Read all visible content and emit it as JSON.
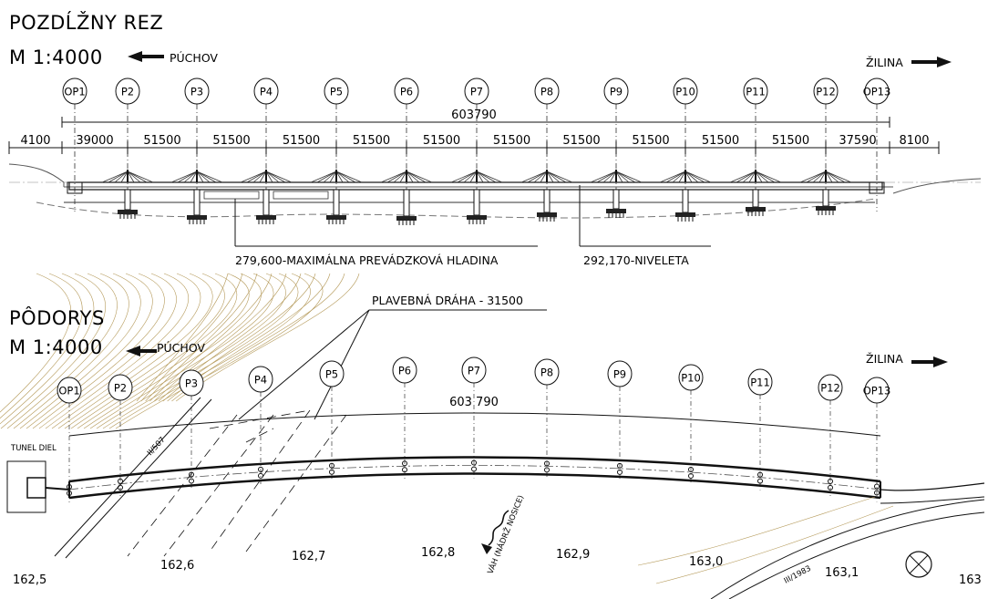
{
  "elevation": {
    "title": "POZDĹŽNY REZ",
    "scale": "M 1:4000",
    "dir_left": "PÚCHOV",
    "dir_right": "ŽILINA",
    "axes": [
      "OP1",
      "P2",
      "P3",
      "P4",
      "P5",
      "P6",
      "P7",
      "P8",
      "P9",
      "P10",
      "P11",
      "P12",
      "OP13"
    ],
    "total_length": "603790",
    "spans": [
      "4100",
      "39000",
      "51500",
      "51500",
      "51500",
      "51500",
      "51500",
      "51500",
      "51500",
      "51500",
      "51500",
      "51500",
      "37590",
      "8100"
    ],
    "water_level_label": "279,600-MAXIMÁLNA PREVÁDZKOVÁ HLADINA",
    "grade_label": "292,170-NIVELETA"
  },
  "plan": {
    "title": "PÔDORYS",
    "scale": "M 1:4000",
    "dir_left": "PÚCHOV",
    "dir_right": "ŽILINA",
    "axes": [
      "OP1",
      "P2",
      "P3",
      "P4",
      "P5",
      "P6",
      "P7",
      "P8",
      "P9",
      "P10",
      "P11",
      "P12",
      "OP13"
    ],
    "total_length": "603 790",
    "navigation_channel": "PLAVEBNÁ DRÁHA - 31500",
    "tunnel_label": "TUNEL DIEL",
    "road_label": "II/507",
    "road_label_2": "III/1983",
    "river_label": "VÁH (NÁDRŽ NOSICE)",
    "chainages": [
      "162,5",
      "162,6",
      "162,7",
      "162,8",
      "162,9",
      "163,0",
      "163,1",
      "163"
    ]
  },
  "colors": {
    "line": "#111111",
    "contour": "#b59a5a",
    "terrain": "#9a8a78"
  }
}
